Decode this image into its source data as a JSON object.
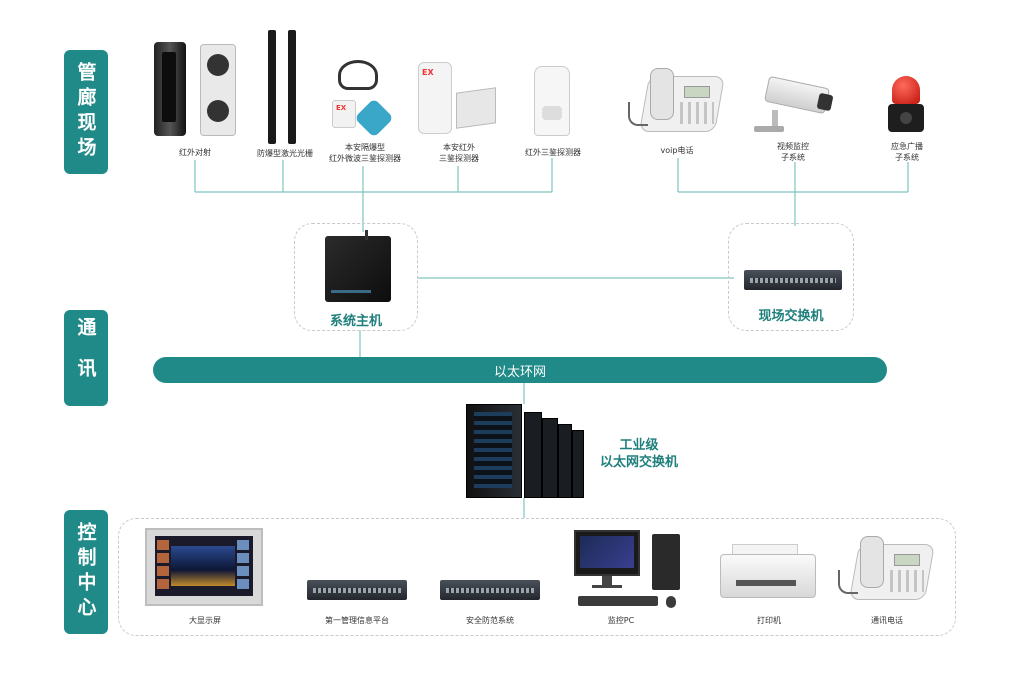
{
  "sections": {
    "field": "管廊现场",
    "comm": "通讯",
    "control": "控制中心"
  },
  "field_devices": [
    {
      "label": "红外对射",
      "icon": "infrared-beam-icon"
    },
    {
      "label": "防爆型激光光栅",
      "icon": "laser-grating-icon"
    },
    {
      "label": "本安隔爆型\n红外微波三鉴探测器",
      "icon": "explosion-proof-detector-icon"
    },
    {
      "label": "本安红外\n三鉴探测器",
      "icon": "intrinsic-safe-detector-icon"
    },
    {
      "label": "红外三鉴探测器",
      "icon": "infrared-detector-icon"
    },
    {
      "label": "voip电话",
      "icon": "voip-phone-icon"
    },
    {
      "label": "视频监控\n子系统",
      "icon": "cctv-camera-icon"
    },
    {
      "label": "应急广播\n子系统",
      "icon": "alarm-siren-icon"
    }
  ],
  "hosts": {
    "system_host": "系统主机",
    "field_switch": "现场交换机"
  },
  "ethernet_ring": "以太环网",
  "core_switch": "工业级\n以太网交换机",
  "control_devices": [
    {
      "label": "大显示屏",
      "icon": "video-wall-icon"
    },
    {
      "label": "第一管理信息平台",
      "icon": "rack-switch-icon"
    },
    {
      "label": "安全防范系统",
      "icon": "rack-switch-icon"
    },
    {
      "label": "监控PC",
      "icon": "desktop-pc-icon"
    },
    {
      "label": "打印机",
      "icon": "printer-icon"
    },
    {
      "label": "通讯电话",
      "icon": "telephone-icon"
    }
  ],
  "colors": {
    "accent": "#1f8a87",
    "line": "#7fc4c1",
    "dash": "#c9c9c9"
  }
}
